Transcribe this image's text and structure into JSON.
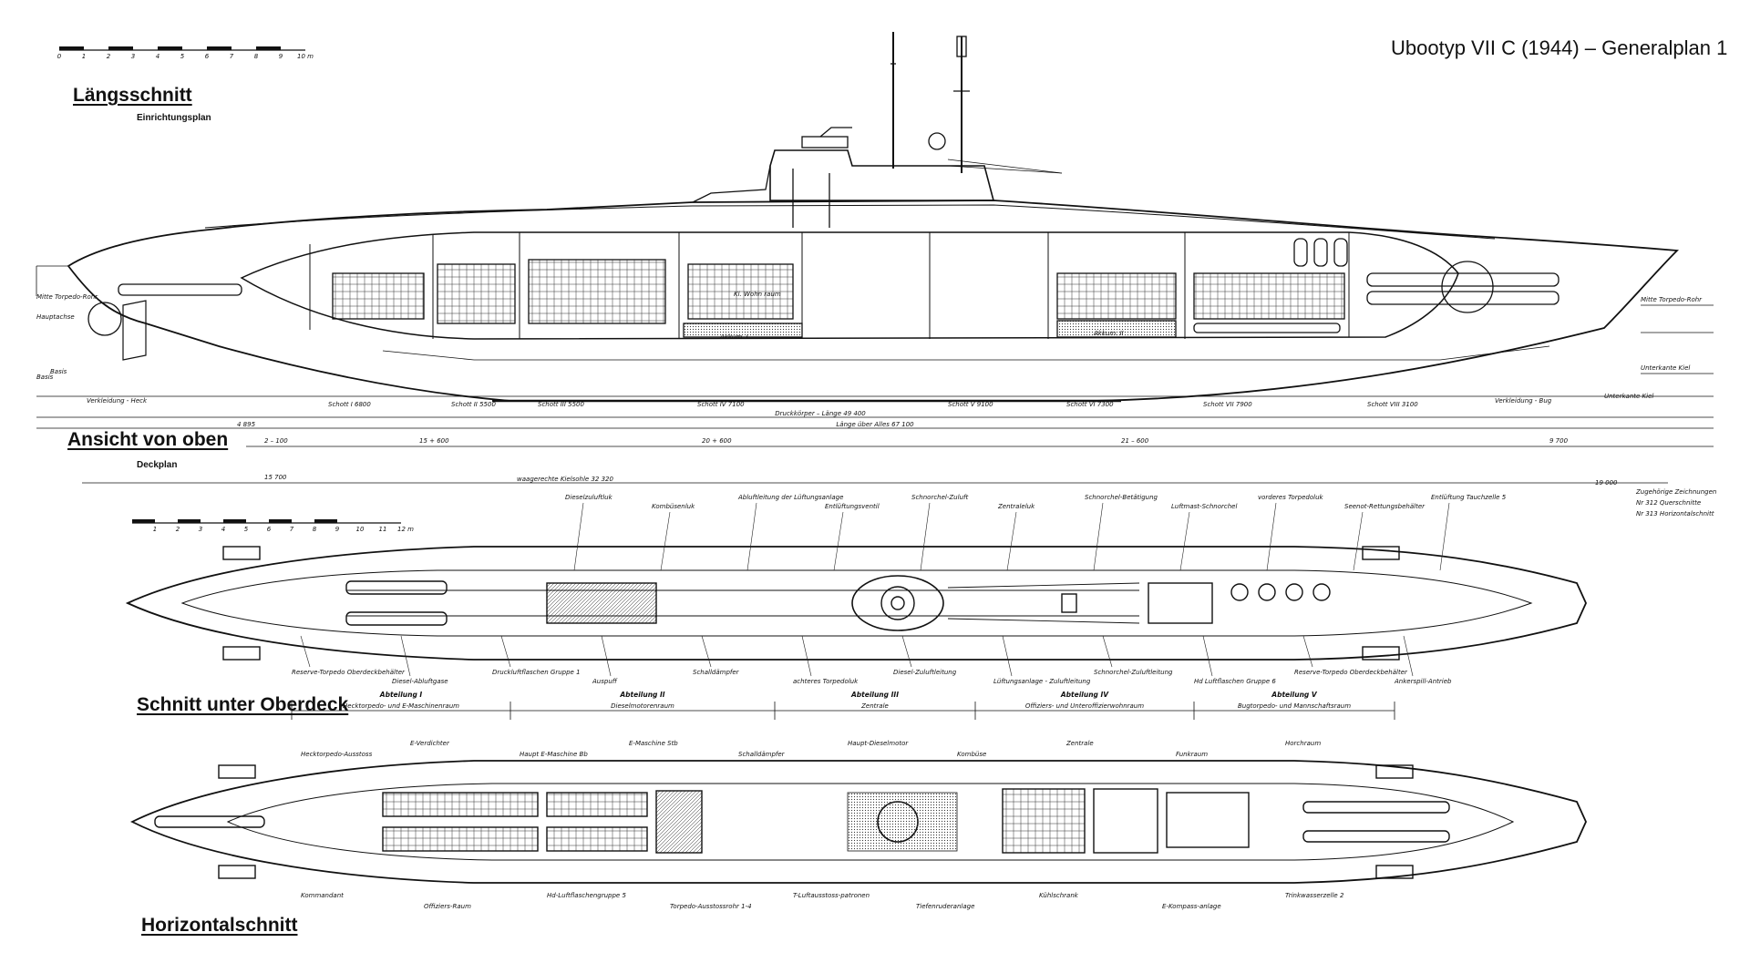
{
  "header": {
    "title": "Ubootyp VII C (1944) – Generalplan 1"
  },
  "sections": {
    "longitudinal": {
      "title": "Längsschnitt",
      "subtitle": "Einrichtungsplan"
    },
    "top_view": {
      "title": "Ansicht von oben",
      "subtitle": "Deckplan"
    },
    "upper_deck": {
      "title": "Schnitt unter Oberdeck"
    },
    "horizontal": {
      "title": "Horizontalschnitt"
    }
  },
  "scale_bar_top": {
    "labels": [
      "0",
      "1",
      "2",
      "3",
      "4",
      "5",
      "6",
      "7",
      "8",
      "9",
      "10 m"
    ]
  },
  "scale_bar_mid": {
    "labels": [
      "1",
      "2",
      "3",
      "4",
      "5",
      "6",
      "7",
      "8",
      "9",
      "10",
      "11",
      "12 m"
    ]
  },
  "dimensions": {
    "length_overall": "Länge über Alles 67 100",
    "pressure_hull": "Druckkörper – Länge 49 400",
    "keel_length": "waagerechte Kielsohle 32 320",
    "frames": [
      "Schott I 6800",
      "Schott II 5500",
      "Schott III 5500",
      "Schott IV 7100",
      "Schott V 9100",
      "Schott VI 7300",
      "Schott VII 7900",
      "Schott VIII 3100"
    ],
    "stations": [
      "15 700",
      "19 000",
      "2 – 100",
      "15 + 600",
      "20 + 600",
      "21 – 600",
      "9 700",
      "4 895"
    ],
    "waterlines": [
      "Basis",
      "Unterkante Kiel",
      "Mitte Torpedo-Rohr"
    ]
  },
  "compartments": [
    {
      "name": "Abteilung I",
      "label": "Hecktorpedo- und E-Maschinenraum"
    },
    {
      "name": "Abteilung II",
      "label": "Dieselmotorenraum"
    },
    {
      "name": "Abteilung III",
      "label": "Zentrale"
    },
    {
      "name": "Abteilung IV",
      "label": "Offiziers- und Unteroffizierwohnraum"
    },
    {
      "name": "Abteilung V",
      "label": "Bugtorpedo- und Mannschaftsraum"
    }
  ],
  "callouts": {
    "longitudinal": [
      "Mitte Torpedo-Rohr",
      "Hauptachse",
      "Basis",
      "Verkleidung - Heck",
      "Verkleidung - Bug",
      "Unterkante Kiel",
      "Akkum. I",
      "Akkum. II",
      "Kl. Wohn raum"
    ],
    "top_view": [
      "Dieselzuluftluk",
      "Kombüsenluk",
      "Abluftleitung der Lüftungsanlage",
      "Entlüftungsventil",
      "Schnorchel-Zuluft",
      "Zentraleluk",
      "Schnorchel-Betätigung",
      "Luftmast-Schnorchel",
      "vorderes Torpedoluk",
      "Seenot-Rettungsbehälter",
      "Entlüftung Tauchzelle 5",
      "Reserve-Torpedo Oberdeckbehälter",
      "Diesel-Abluftgase",
      "Druckluftflaschen Gruppe 1",
      "Auspuff",
      "Schalldämpfer",
      "achteres Torpedoluk",
      "Diesel-Zuluftleitung",
      "Lüftungsanlage - Zuluftleitung",
      "Schnorchel-Zuluftleitung",
      "Hd Luftflaschen Gruppe 6",
      "Reserve-Torpedo Oberdeckbehälter",
      "Ankerspill-Antrieb"
    ],
    "horizontal": [
      "Hecktorpedo-Ausstoss",
      "E-Verdichter",
      "Haupt E-Maschine Bb",
      "E-Maschine Stb",
      "Schalldämpfer",
      "Haupt-Dieselmotor",
      "Kombüse",
      "Zentrale",
      "Funkraum",
      "Horchraum",
      "Kommandant",
      "Offiziers-Raum",
      "Hd-Luftflaschengruppe 5",
      "Torpedo-Ausstossrohr 1-4",
      "T-Luftausstoss-patronen",
      "Tiefenruderanlage",
      "Kühlschrank",
      "E-Kompass-anlage",
      "Trinkwasserzelle 2"
    ]
  },
  "drawing_notes": {
    "right_margin": [
      "Zugehörige Zeichnungen",
      "Nr 312 Querschnitte",
      "Nr 313 Horizontalschnitt"
    ]
  }
}
